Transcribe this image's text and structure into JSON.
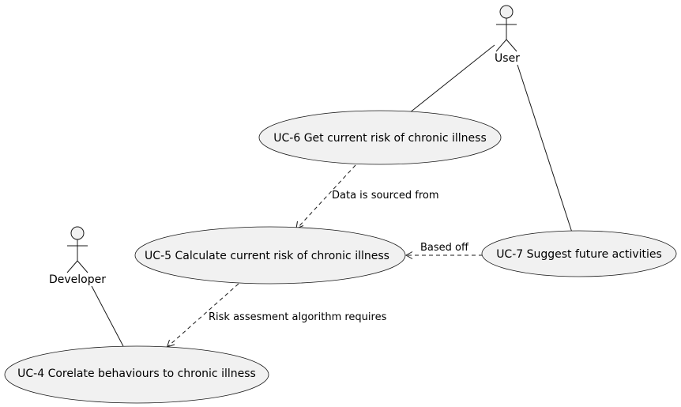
{
  "actors": {
    "user": {
      "label": "User"
    },
    "developer": {
      "label": "Developer"
    }
  },
  "use_cases": {
    "uc6": {
      "label": "UC-6 Get current risk of chronic illness"
    },
    "uc5": {
      "label": "UC-5 Calculate current risk of chronic illness"
    },
    "uc7": {
      "label": "UC-7 Suggest future activities"
    },
    "uc4": {
      "label": "UC-4 Corelate behaviours to chronic illness"
    }
  },
  "relations": {
    "uc6_to_uc5": {
      "label": "Data is sourced from"
    },
    "uc7_to_uc5": {
      "label": "Based off"
    },
    "uc5_to_uc4": {
      "label": "Risk assesment algorithm requires"
    }
  }
}
